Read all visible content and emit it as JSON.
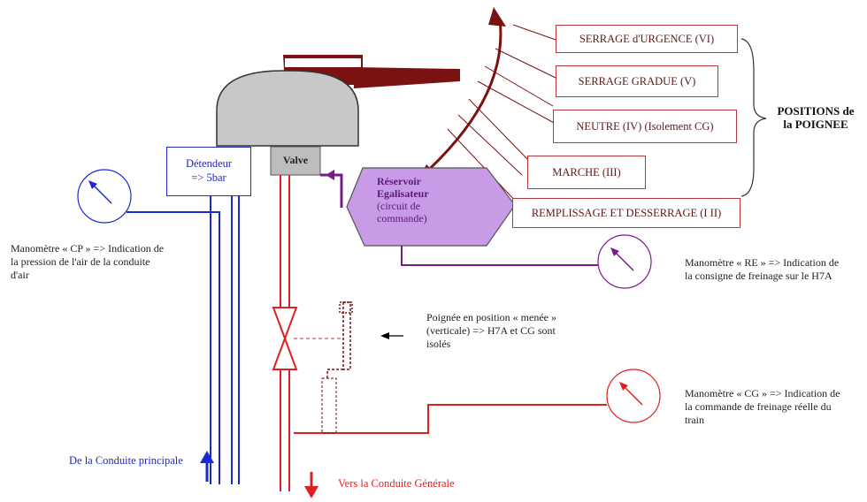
{
  "positions": {
    "title_line1": "POSITIONS de",
    "title_line2": "la POIGNEE",
    "items": [
      "SERRAGE d'URGENCE (VI)",
      "SERRAGE GRADUE (V)",
      "NEUTRE  (IV)   (Isolement CG)",
      "MARCHE (III)",
      "REMPLISSAGE ET DESSERRAGE (I II)"
    ]
  },
  "valve_label": "Valve",
  "detendeur": {
    "line1": "Détendeur",
    "line2": "=> 5bar"
  },
  "reservoir": {
    "line1": "Réservoir",
    "line2": "Egalisateur",
    "line3": "(circuit de",
    "line4": "commande)"
  },
  "manometers": {
    "cp": [
      "Manomètre « CP » => Indication de",
      "la pression de l'air de la conduite",
      "d'air"
    ],
    "re": [
      "Manomètre « RE » => Indication de",
      "la consigne de freinage sur le H7A"
    ],
    "cg": [
      "Manomètre « CG » => Indication de",
      "la commande de freinage réelle du",
      "train"
    ]
  },
  "poignee_note": [
    "Poignée en position « menée »",
    "(verticale) => H7A et CG sont",
    "isolés"
  ],
  "conduite_principale": "De la Conduite principale",
  "conduite_generale": "Vers la Conduite Générale",
  "colors": {
    "dark_red": "#7a1212",
    "red": "#e02020",
    "blue": "#1a2ad0",
    "purple": "#7a1a8a",
    "reservoir_fill": "#c89be6",
    "dome_fill": "#c8c8c8"
  }
}
